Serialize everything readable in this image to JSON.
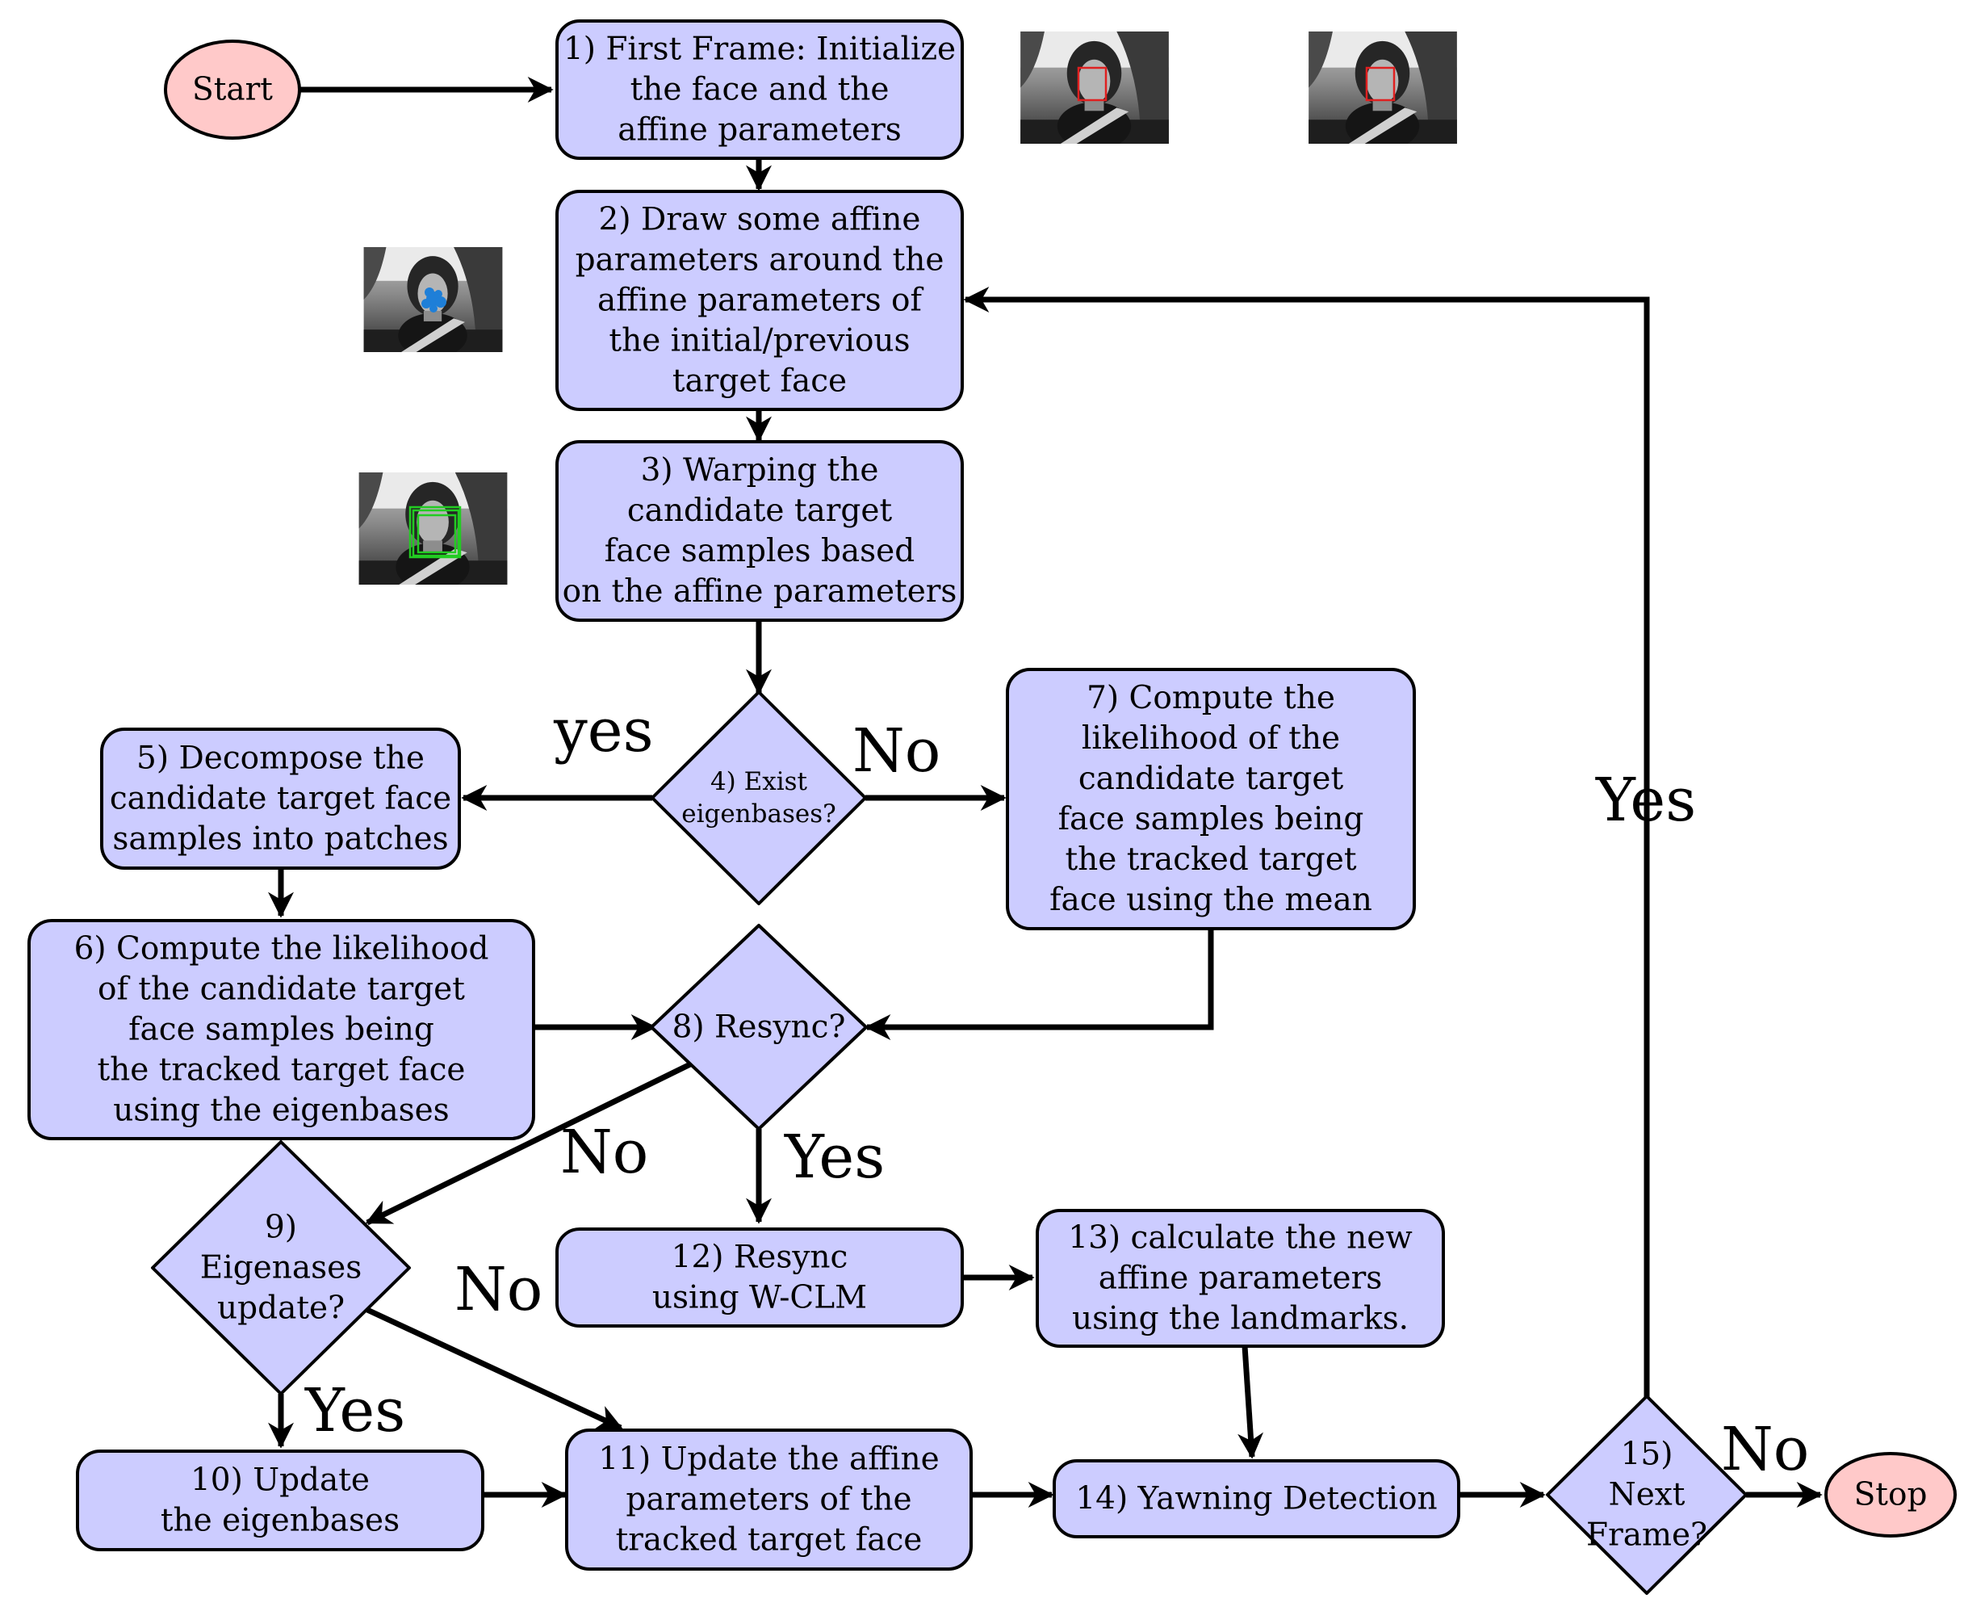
{
  "colors": {
    "box_fill": "#ccccff",
    "terminal_fill": "#ffc9c9",
    "stroke": "#000000"
  },
  "nodes": {
    "start": "Start",
    "stop": "Stop",
    "n1": [
      "1) First Frame:  Initialize",
      "the face and the",
      "affine parameters"
    ],
    "n2": [
      "2) Draw some affine",
      "parameters around the",
      "affine parameters of",
      "the initial/previous",
      "target face"
    ],
    "n3": [
      "3) Warping the",
      "candidate target",
      "face samples based",
      "on the affine parameters"
    ],
    "n4": [
      "4) Exist",
      "eigenbases?"
    ],
    "n5": [
      "5) Decompose the",
      "candidate target face",
      "samples into patches"
    ],
    "n6": [
      "6) Compute the likelihood",
      "of the candidate target",
      "face samples being",
      "the tracked target face",
      "using the eigenbases"
    ],
    "n7": [
      "7) Compute the",
      "likelihood of the",
      "candidate target",
      "face samples being",
      "the tracked target",
      "face using the mean"
    ],
    "n8": [
      "8) Resync?"
    ],
    "n9": [
      "9)",
      "Eigenases",
      "update?"
    ],
    "n10": [
      "10) Update",
      "the eigenbases"
    ],
    "n11": [
      "11) Update the affine",
      "parameters of the",
      "tracked target face"
    ],
    "n12": [
      "12) Resync",
      "using W-CLM"
    ],
    "n13": [
      "13) calculate the new",
      "affine parameters",
      "using the landmarks."
    ],
    "n14": [
      "14) Yawning Detection"
    ],
    "n15": [
      "15)",
      "Next",
      "Frame?"
    ]
  },
  "edge_labels": {
    "yes_4": "yes",
    "no_4": "No",
    "no_8": "No",
    "yes_8": "Yes",
    "no_9": "No",
    "yes_9": "Yes",
    "yes_15": "Yes",
    "no_15": "No"
  },
  "thumbnails": [
    {
      "name": "frame-thumbnail-1",
      "marker": "red-face-box"
    },
    {
      "name": "frame-thumbnail-2",
      "marker": "red-face-box"
    },
    {
      "name": "frame-thumbnail-3",
      "marker": "blue-sample-points"
    },
    {
      "name": "frame-thumbnail-4",
      "marker": "green-sample-boxes"
    }
  ]
}
